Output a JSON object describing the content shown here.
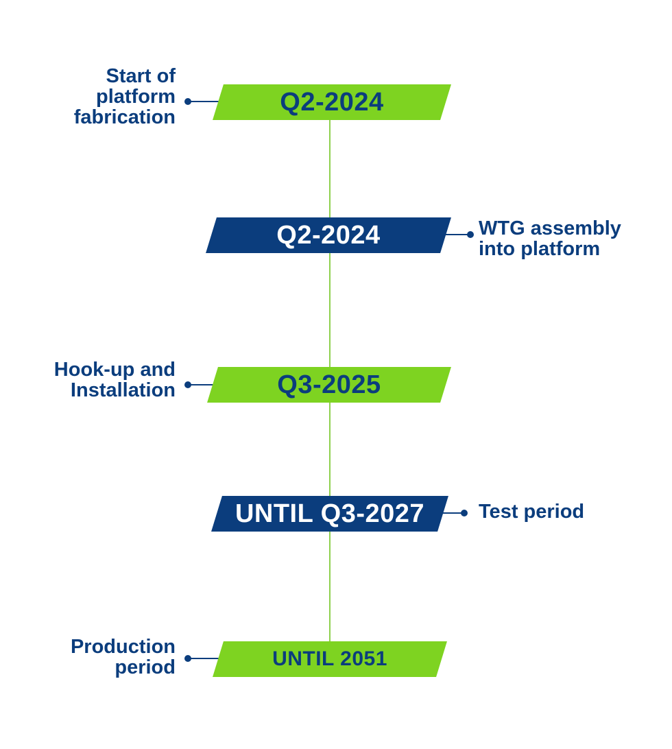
{
  "milestones": [
    {
      "date": "Q2-2024",
      "label_lines": [
        "Start of",
        "platform",
        "fabrication"
      ],
      "side": "left",
      "color": "green"
    },
    {
      "date": "Q2-2024",
      "label_lines": [
        "WTG assembly",
        "into platform"
      ],
      "side": "right",
      "color": "blue"
    },
    {
      "date": "Q3-2025",
      "label_lines": [
        "Hook-up and",
        "Installation"
      ],
      "side": "left",
      "color": "green"
    },
    {
      "date": "UNTIL Q3-2027",
      "label_lines": [
        "Test period"
      ],
      "side": "right",
      "color": "blue"
    },
    {
      "date": "UNTIL 2051",
      "label_lines": [
        "Production",
        "period"
      ],
      "side": "left",
      "color": "green"
    }
  ],
  "colors": {
    "green": "#7ed321",
    "navy": "#0b3d7d",
    "spine": "#8fd14f"
  }
}
